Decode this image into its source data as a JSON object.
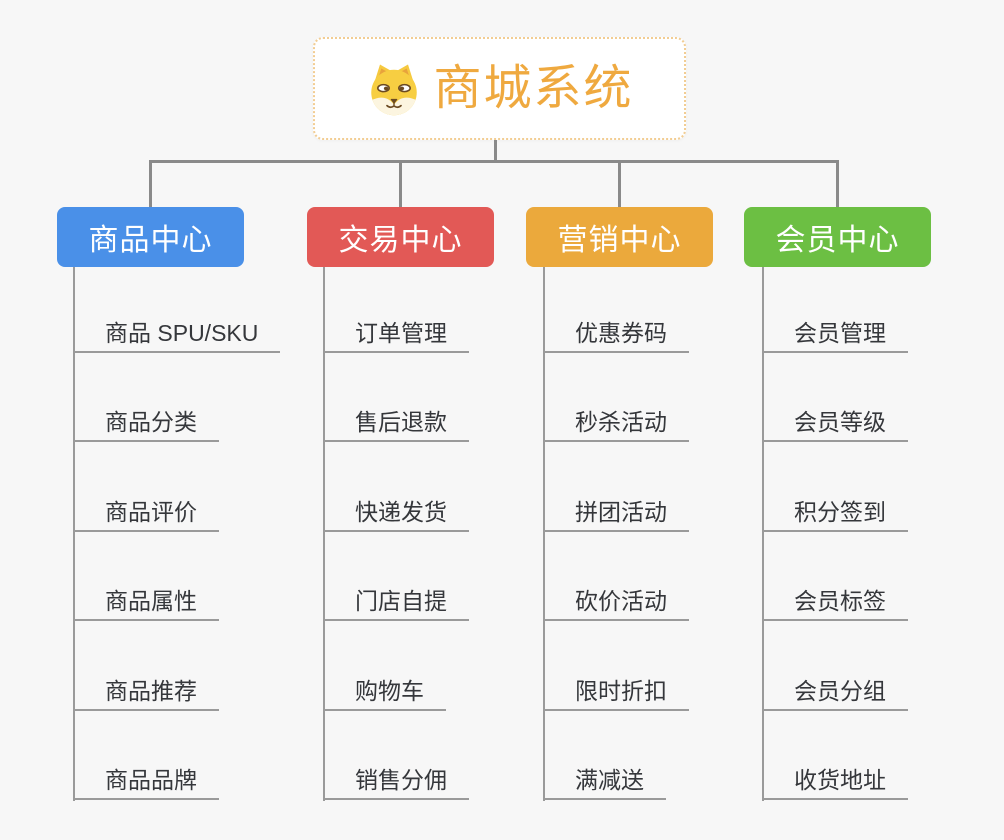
{
  "root": {
    "title": "商城系统",
    "icon": "dog-face-icon",
    "title_color": "#EFA93F",
    "border_color": "#F2CD93",
    "background": "#FFFFFF"
  },
  "branches": [
    {
      "label": "商品中心",
      "name": "product-center",
      "color": "#4A90E8",
      "items": [
        "商品 SPU/SKU",
        "商品分类",
        "商品评价",
        "商品属性",
        "商品推荐",
        "商品品牌"
      ]
    },
    {
      "label": "交易中心",
      "name": "trade-center",
      "color": "#E25956",
      "items": [
        "订单管理",
        "售后退款",
        "快递发货",
        "门店自提",
        "购物车",
        "销售分佣"
      ]
    },
    {
      "label": "营销中心",
      "name": "marketing-center",
      "color": "#EBA93C",
      "items": [
        "优惠券码",
        "秒杀活动",
        "拼团活动",
        "砍价活动",
        "限时折扣",
        "满减送"
      ]
    },
    {
      "label": "会员中心",
      "name": "member-center",
      "color": "#6CBF43",
      "items": [
        "会员管理",
        "会员等级",
        "积分签到",
        "会员标签",
        "会员分组",
        "收货地址"
      ]
    }
  ],
  "colors": {
    "page_background": "#F7F7F7",
    "connector": "#8A8A8A",
    "item_underline": "#9A9A9A",
    "item_text": "#35373B",
    "branch_text": "#FFFFFF"
  }
}
